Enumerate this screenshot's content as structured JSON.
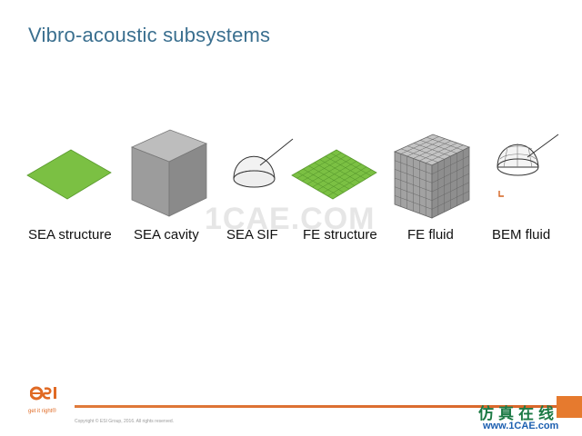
{
  "slide": {
    "title": "Vibro-acoustic subsystems"
  },
  "subsystems": [
    {
      "label": "SEA structure",
      "icon": "green-plate-icon"
    },
    {
      "label": "SEA cavity",
      "icon": "gray-cube-icon"
    },
    {
      "label": "SEA SIF",
      "icon": "hemisphere-icon"
    },
    {
      "label": "FE structure",
      "icon": "meshed-green-plate-icon"
    },
    {
      "label": "FE fluid",
      "icon": "meshed-cube-icon"
    },
    {
      "label": "BEM fluid",
      "icon": "meshed-hemisphere-icon"
    }
  ],
  "watermark": "1CAE.COM",
  "footer": {
    "tagline": "get it right®",
    "copyright": "Copyright © ESI Group, 2016. All rights reserved.",
    "site_chinese": "仿真在线",
    "site_url": "www.1CAE.com"
  },
  "colors": {
    "title": "#3a6f8f",
    "plate_green": "#7bc043",
    "cube_gray": "#9a9a9a",
    "accent_orange": "#e07a3a"
  }
}
